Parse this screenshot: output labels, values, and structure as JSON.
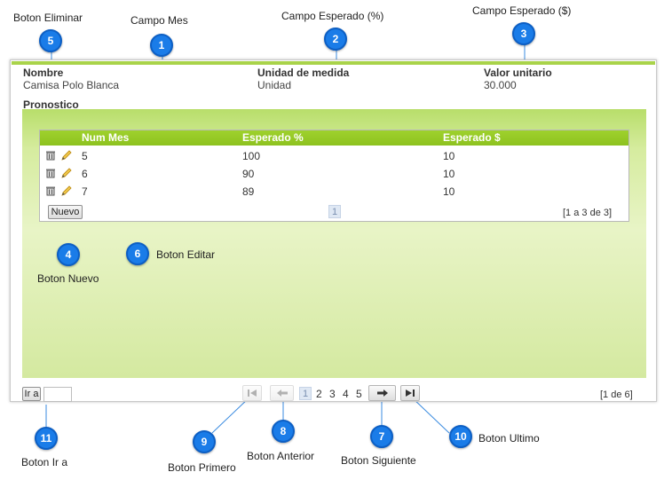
{
  "callouts": {
    "c5": {
      "number": "5",
      "label": "Boton Eliminar"
    },
    "c1": {
      "number": "1",
      "label": "Campo Mes"
    },
    "c2": {
      "number": "2",
      "label": "Campo Esperado (%)"
    },
    "c3": {
      "number": "3",
      "label": "Campo Esperado ($)"
    },
    "c4": {
      "number": "4",
      "label": "Boton Nuevo"
    },
    "c6": {
      "number": "6",
      "label": "Boton Editar"
    },
    "c11": {
      "number": "11",
      "label": "Boton Ir a"
    },
    "c9": {
      "number": "9",
      "label": "Boton Primero"
    },
    "c8": {
      "number": "8",
      "label": "Boton Anterior"
    },
    "c7": {
      "number": "7",
      "label": "Boton Siguiente"
    },
    "c10": {
      "number": "10",
      "label": "Boton Ultimo"
    }
  },
  "product": {
    "nombre_label": "Nombre",
    "nombre_value": "Camisa Polo Blanca",
    "unidad_label": "Unidad de medida",
    "unidad_value": "Unidad",
    "valor_label": "Valor unitario",
    "valor_value": "30.000"
  },
  "pronostico": {
    "title": "Pronostico",
    "columns": [
      "Num Mes",
      "Esperado %",
      "Esperado $"
    ],
    "rows": [
      {
        "mes": "5",
        "pct": "100",
        "money": "10"
      },
      {
        "mes": "6",
        "pct": "90",
        "money": "10"
      },
      {
        "mes": "7",
        "pct": "89",
        "money": "10"
      }
    ],
    "new_button": "Nuevo",
    "current_page": "1",
    "record_count": "[1 a 3 de 3]"
  },
  "pager": {
    "goto_button": "Ir a",
    "goto_value": "",
    "current_page": "1",
    "pages": [
      "2",
      "3",
      "4",
      "5"
    ],
    "page_count": "[1 de 6]"
  },
  "colors": {
    "accent_green": "#8dc21f",
    "badge_blue": "#1a7ce8"
  }
}
